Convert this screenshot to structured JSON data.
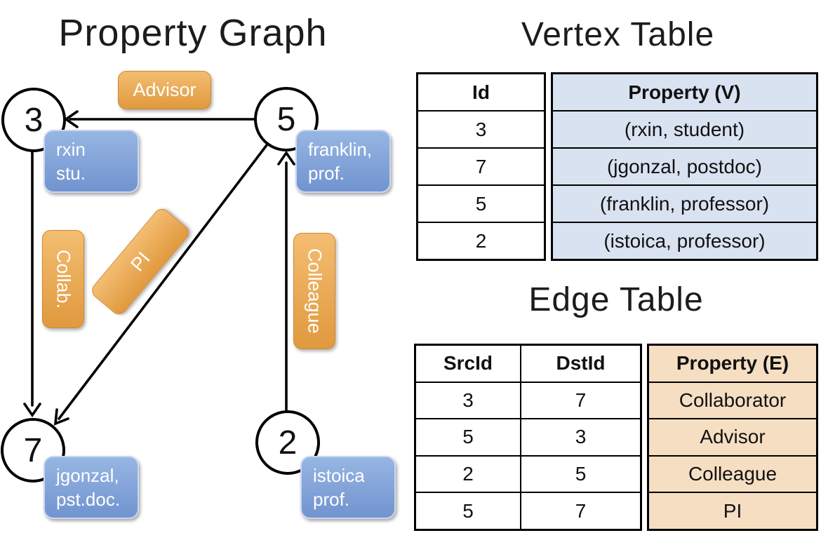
{
  "graph": {
    "title": "Property Graph",
    "vertices": [
      {
        "id": "3",
        "line1": "rxin",
        "line2": "stu."
      },
      {
        "id": "5",
        "line1": "franklin,",
        "line2": "prof."
      },
      {
        "id": "7",
        "line1": "jgonzal,",
        "line2": "pst.doc."
      },
      {
        "id": "2",
        "line1": "istoica",
        "line2": "prof."
      }
    ],
    "edge_labels": {
      "advisor": "Advisor",
      "collab": "Collab.",
      "pi": "PI",
      "colleague": "Colleague"
    }
  },
  "vertex_table": {
    "title": "Vertex Table",
    "columns": [
      "Id",
      "Property (V)"
    ],
    "rows": [
      [
        "3",
        "(rxin, student)"
      ],
      [
        "7",
        "(jgonzal, postdoc)"
      ],
      [
        "5",
        "(franklin, professor)"
      ],
      [
        "2",
        "(istoica, professor)"
      ]
    ]
  },
  "edge_table": {
    "title": "Edge Table",
    "columns": [
      "SrcId",
      "DstId",
      "Property (E)"
    ],
    "rows": [
      [
        "3",
        "7",
        "Collaborator"
      ],
      [
        "5",
        "3",
        "Advisor"
      ],
      [
        "2",
        "5",
        "Colleague"
      ],
      [
        "5",
        "7",
        "PI"
      ]
    ]
  },
  "colors": {
    "edge_label_orange": "#e89b41",
    "vertex_box_blue": "#7e9fd8",
    "vertex_table_fill": "#d9e2f1",
    "edge_table_fill": "#f5dec2",
    "line_black": "#000000"
  }
}
